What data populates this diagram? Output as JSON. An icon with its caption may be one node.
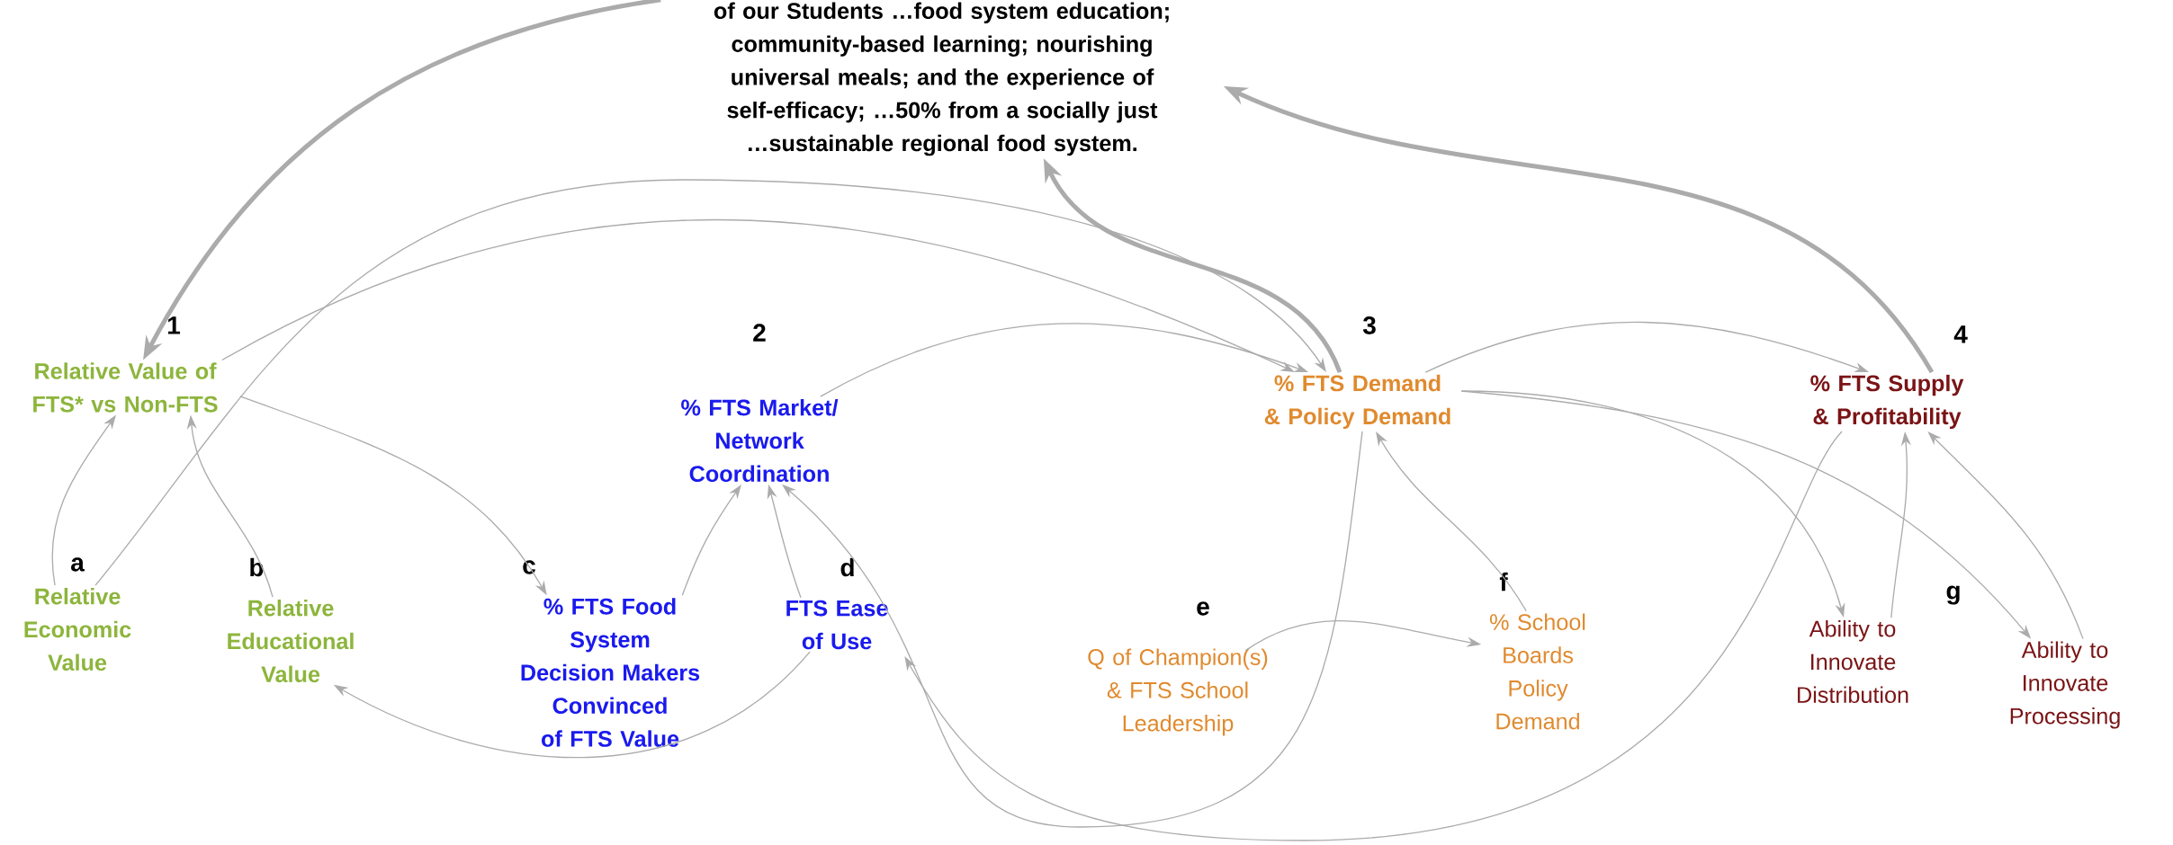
{
  "diagram": {
    "nodes": [
      {
        "text": [
          "of our Students …food system education; community-based learning; nourishing universal meals; and the experience of self-efficacy; …50% from a socially just …sustainable regional food system."
        ]
      },
      {
        "text": [
          "Relative Value of FTS* vs Non-FTS"
        ],
        "beside": [
          "1"
        ]
      },
      {
        "text": [
          "% FTS Market/ Network Coordination"
        ],
        "beside": [
          "2"
        ]
      },
      {
        "text": [
          "% FTS Demand & Policy Demand"
        ],
        "beside": [
          "3"
        ]
      },
      {
        "text": [
          "% FTS Supply & Profitability"
        ],
        "beside": [
          "4"
        ]
      },
      {
        "text": [
          "Relative Economic Value"
        ],
        "beside": [
          "a"
        ]
      },
      {
        "text": [
          "Relative Educational Value"
        ],
        "beside": [
          "b"
        ]
      },
      {
        "text": [
          "% FTS Food System Decision Makers Convinced of FTS Value"
        ],
        "beside": [
          "c"
        ]
      },
      {
        "text": [
          "FTS Ease of Use"
        ],
        "beside": [
          "d"
        ]
      },
      {
        "text": [
          "Q of Champion(s) & FTS School Leadership"
        ],
        "beside": [
          "e"
        ]
      },
      {
        "text": [
          "% School Boards Policy Demand"
        ],
        "beside": [
          "f"
        ]
      },
      {
        "text": [
          "Ability to Innovate Distribution"
        ]
      },
      {
        "text": [
          "Ability to Innovate Processing"
        ]
      }
    ],
    "edges": [
      {
        "from": 0,
        "to": 1,
        "arrow": "to",
        "style": "thick"
      },
      {
        "from": 5,
        "to": 1,
        "arrow": "to"
      },
      {
        "from": 5,
        "to": 3,
        "arrow": "to"
      },
      {
        "from": 1,
        "to": 3,
        "arrow": "to"
      },
      {
        "from": 6,
        "to": 1,
        "arrow": "to"
      },
      {
        "from": 1,
        "to": 7,
        "arrow": "to"
      },
      {
        "from": 7,
        "to": 2,
        "arrow": "to"
      },
      {
        "from": 8,
        "to": 2,
        "arrow": "to"
      },
      {
        "from": 8,
        "to": 6,
        "arrow": "to"
      },
      {
        "from": 2,
        "to": 3,
        "arrow": "to"
      },
      {
        "from": 3,
        "to": 0,
        "arrow": "to",
        "style": "thick"
      },
      {
        "from": 4,
        "to": 0,
        "arrow": "to",
        "style": "thick"
      },
      {
        "from": 3,
        "to": 4,
        "arrow": "to"
      },
      {
        "from": 3,
        "to": 11,
        "arrow": "to"
      },
      {
        "from": 3,
        "to": 12,
        "arrow": "to"
      },
      {
        "from": 11,
        "to": 4,
        "arrow": "to"
      },
      {
        "from": 12,
        "to": 4,
        "arrow": "to"
      },
      {
        "from": 10,
        "to": 3,
        "arrow": "to"
      },
      {
        "from": 9,
        "to": 10,
        "arrow": "to"
      },
      {
        "from": 3,
        "to": 2,
        "arrow": "to"
      },
      {
        "from": 4,
        "to": 8,
        "arrow": "to"
      }
    ],
    "labels": [
      "g"
    ]
  }
}
